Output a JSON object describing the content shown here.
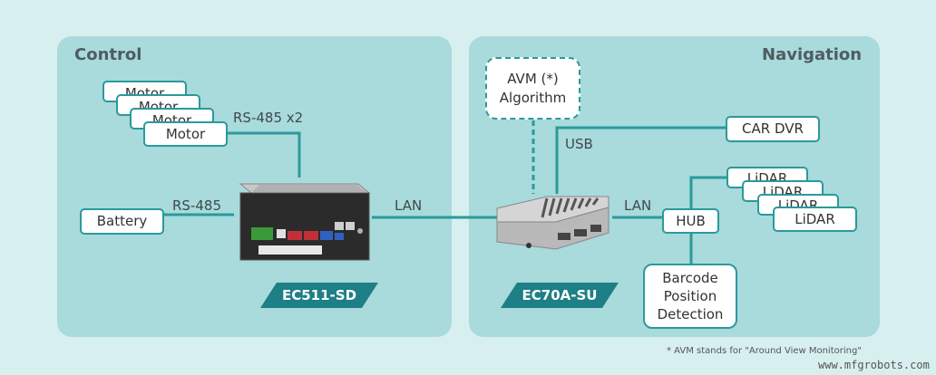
{
  "sections": {
    "control": "Control",
    "navigation": "Navigation"
  },
  "control": {
    "motors": [
      "Motor",
      "Motor",
      "Motor",
      "Motor"
    ],
    "battery": "Battery",
    "rs485x2_label": "RS-485 x2",
    "rs485_label": "RS-485",
    "lan_label": "LAN",
    "device_tag": "EC511-SD"
  },
  "navigation": {
    "avm_line1": "AVM (*)",
    "avm_line2": "Algorithm",
    "usb_label": "USB",
    "car_dvr": "CAR DVR",
    "lan_label": "LAN",
    "hub": "HUB",
    "lidars": [
      "LiDAR",
      "LiDAR",
      "LiDAR",
      "LiDAR"
    ],
    "barcode_line1": "Barcode",
    "barcode_line2": "Position",
    "barcode_line3": "Detection",
    "device_tag": "EC70A-SU"
  },
  "footnote": "* AVM stands for \"Around View Monitoring\"",
  "watermark": "www.mfgrobots.com",
  "colors": {
    "line": "#2a9a9b",
    "panel": "#a9dadc",
    "background": "#d8eff0",
    "tag": "#1e7f86"
  }
}
